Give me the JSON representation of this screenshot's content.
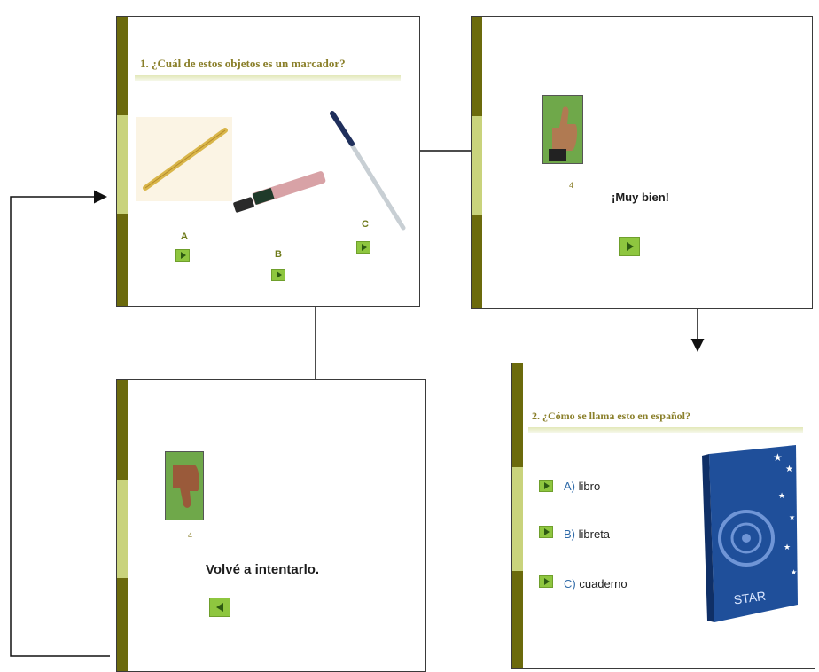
{
  "slide1": {
    "question": "1. ¿Cuál de estos objetos es un marcador?",
    "options": [
      "A",
      "B",
      "C"
    ],
    "icons": [
      "pencil-icon",
      "marker-icon",
      "pen-icon"
    ]
  },
  "slide_correct": {
    "number": "4",
    "message": "¡Muy bien!",
    "icon": "thumbs-up-icon"
  },
  "slide_wrong": {
    "number": "4",
    "message": "Volvé a intentarlo.",
    "icon": "thumbs-down-icon"
  },
  "slide2": {
    "question": "2. ¿Cómo se llama esto en español?",
    "answers": [
      {
        "letter": "A)",
        "text": "libro"
      },
      {
        "letter": "B)",
        "text": "libreta"
      },
      {
        "letter": "C)",
        "text": "cuaderno"
      }
    ],
    "notebook_text": "STAR",
    "icon": "notebook-icon"
  },
  "colors": {
    "bar_dark": "#6b6a0c",
    "bar_light": "#c9d37c",
    "button_green": "#8ec63f",
    "title_olive": "#8a7f2a"
  }
}
